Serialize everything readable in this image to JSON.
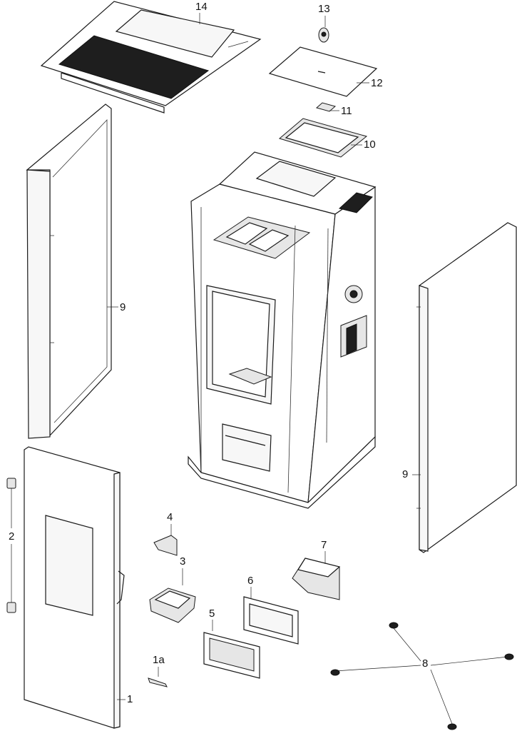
{
  "callouts": {
    "c1": "1",
    "c1a": "1a",
    "c2": "2",
    "c3": "3",
    "c4": "4",
    "c5": "5",
    "c6": "6",
    "c7": "7",
    "c8": "8",
    "c9_left": "9",
    "c9_right": "9",
    "c10": "10",
    "c11": "11",
    "c12": "12",
    "c13": "13",
    "c14": "14"
  },
  "colors": {
    "line": "#1a1a1a",
    "panel_fill": "#f7f7f7",
    "grille": "#1e1e1e",
    "background": "#ffffff"
  }
}
